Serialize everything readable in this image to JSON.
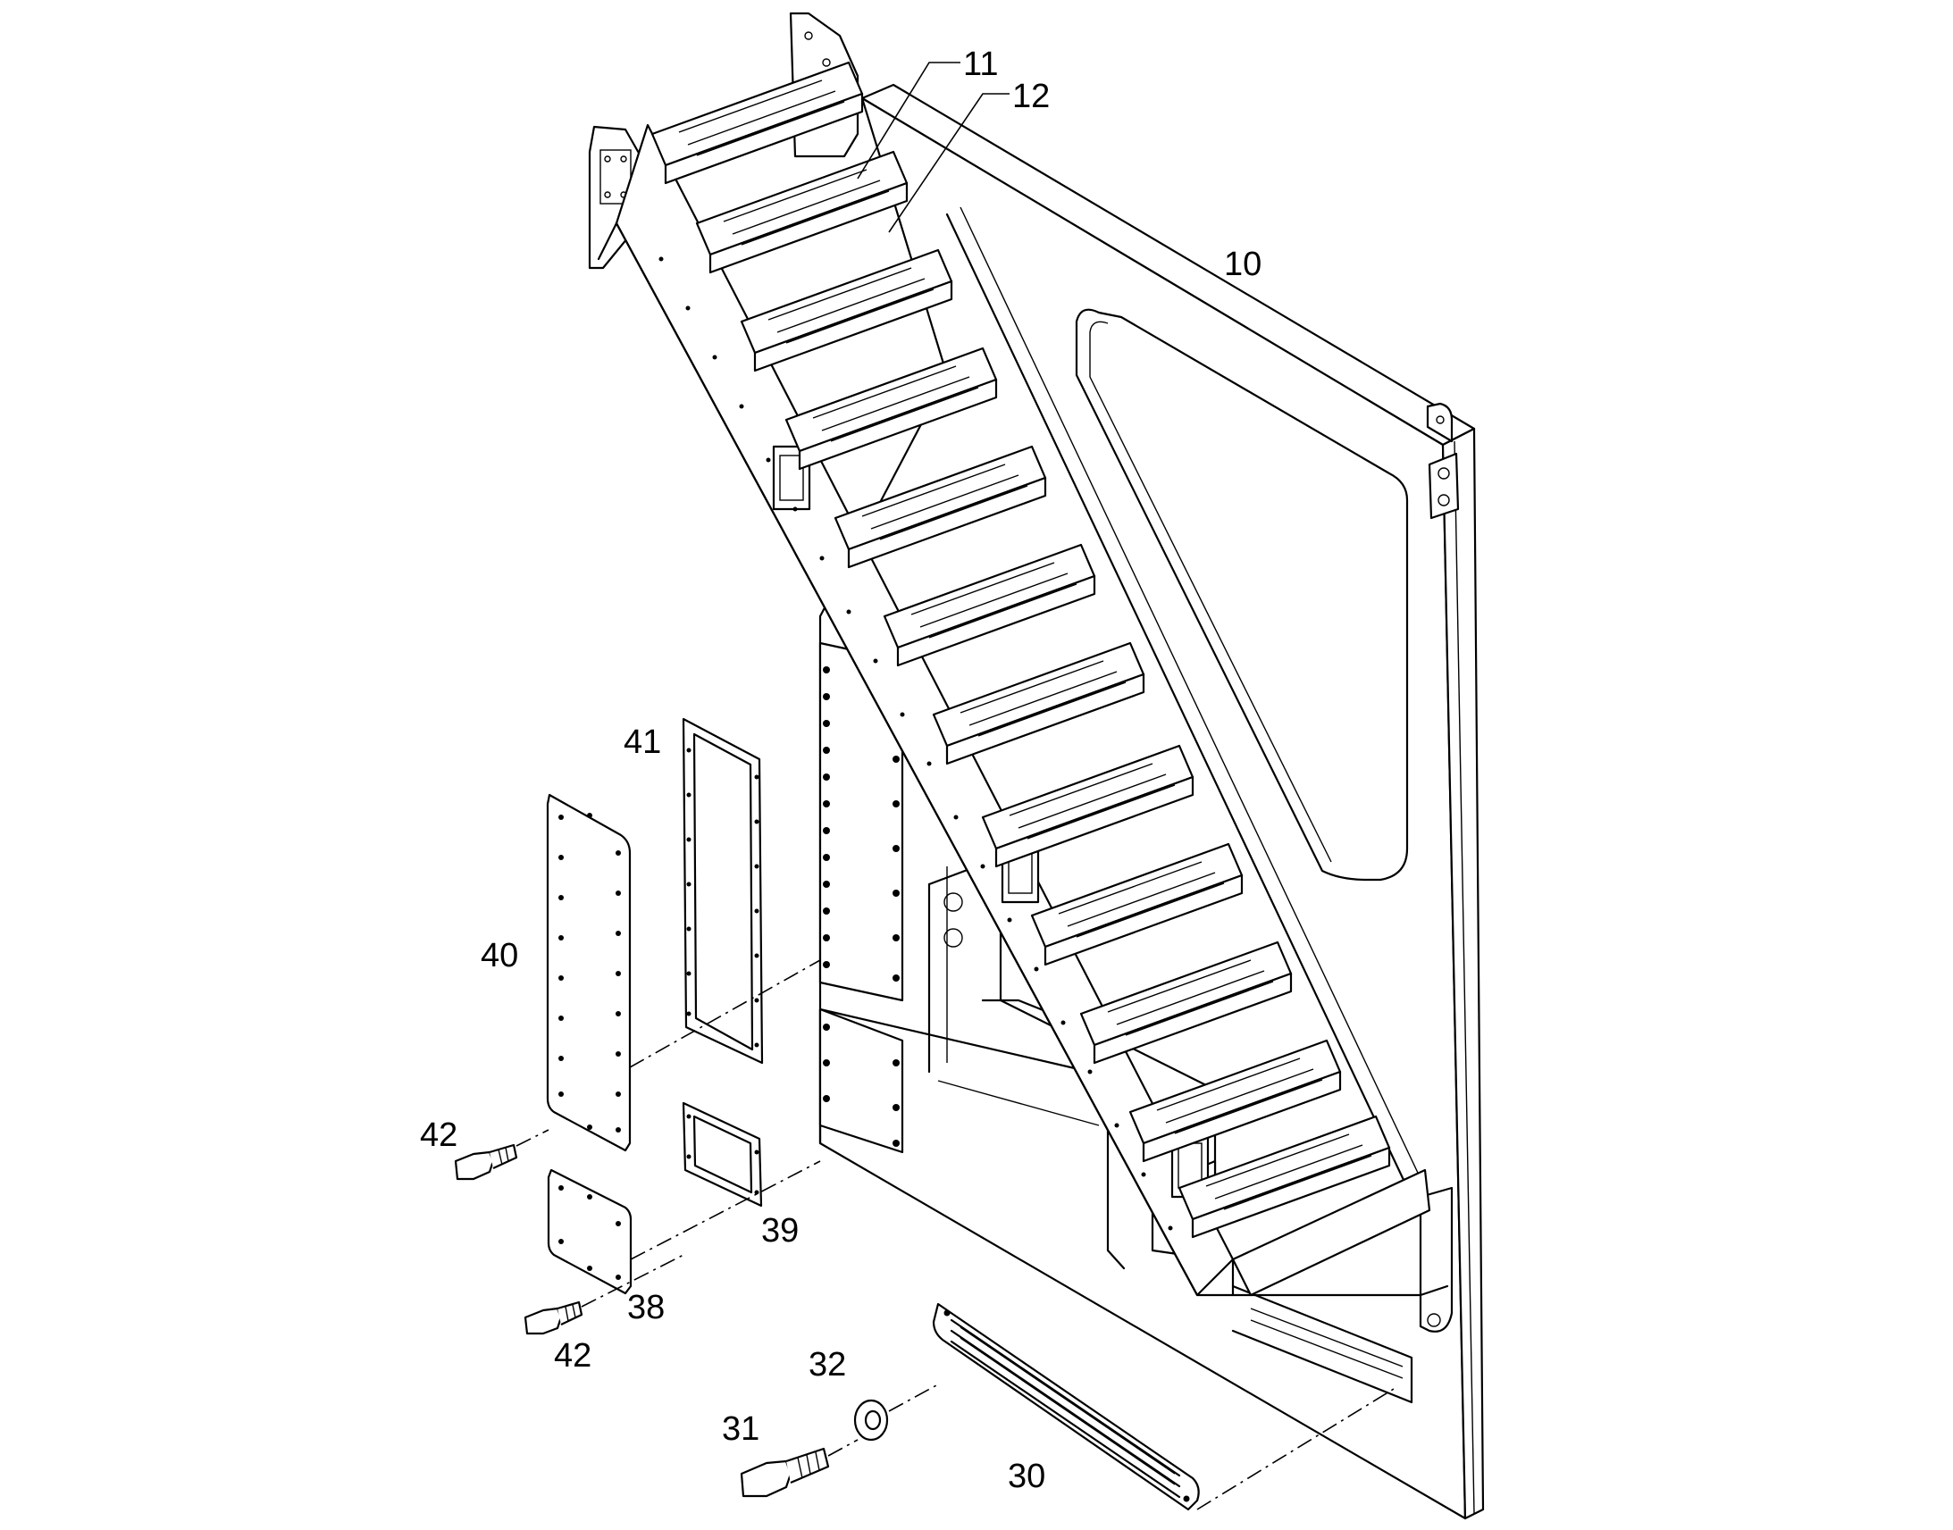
{
  "callouts": [
    {
      "id": "10",
      "text": "10"
    },
    {
      "id": "11",
      "text": "11"
    },
    {
      "id": "12",
      "text": "12"
    },
    {
      "id": "30",
      "text": "30"
    },
    {
      "id": "31",
      "text": "31"
    },
    {
      "id": "32",
      "text": "32"
    },
    {
      "id": "38",
      "text": "38"
    },
    {
      "id": "39",
      "text": "39"
    },
    {
      "id": "40",
      "text": "40"
    },
    {
      "id": "41",
      "text": "41"
    },
    {
      "id": "42a",
      "text": "42"
    },
    {
      "id": "42b",
      "text": "42"
    }
  ]
}
